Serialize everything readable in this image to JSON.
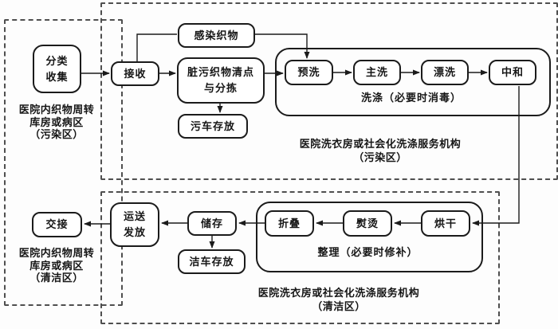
{
  "nodes": {
    "sort_collect": "分类\n收集",
    "receive": "接收",
    "infected_textiles": "感染织物",
    "dirty_count_sort": "脏污织物清点\n与分拣",
    "dirty_cart_storage": "污车存放",
    "prewash": "预洗",
    "main_wash": "主洗",
    "rinse": "漂洗",
    "neutralize": "中和",
    "handover": "交接",
    "transport_distribute": "运送\n发放",
    "store": "储存",
    "clean_cart_storage": "洁车存放",
    "fold": "折叠",
    "iron": "熨烫",
    "dry": "烘干"
  },
  "group_labels": {
    "washing": "洗涤（必要时消毒）",
    "finishing": "整理（必要时修补）"
  },
  "zone_labels": {
    "hospital_contaminated": "医院内织物周转\n库房或病区\n（污染区）",
    "laundry_contaminated": "医院洗衣房或社会化洗涤服务机构\n（污染区）",
    "hospital_clean": "医院内织物周转\n库房或病区\n（清洁区）",
    "laundry_clean": "医院洗衣房或社会化洗涤服务机构\n（清洁区）"
  },
  "colors": {
    "line": "#1b1b1b",
    "dashed_border": "#4f4f4f",
    "background": "#fdfdfd",
    "text": "#161616"
  }
}
